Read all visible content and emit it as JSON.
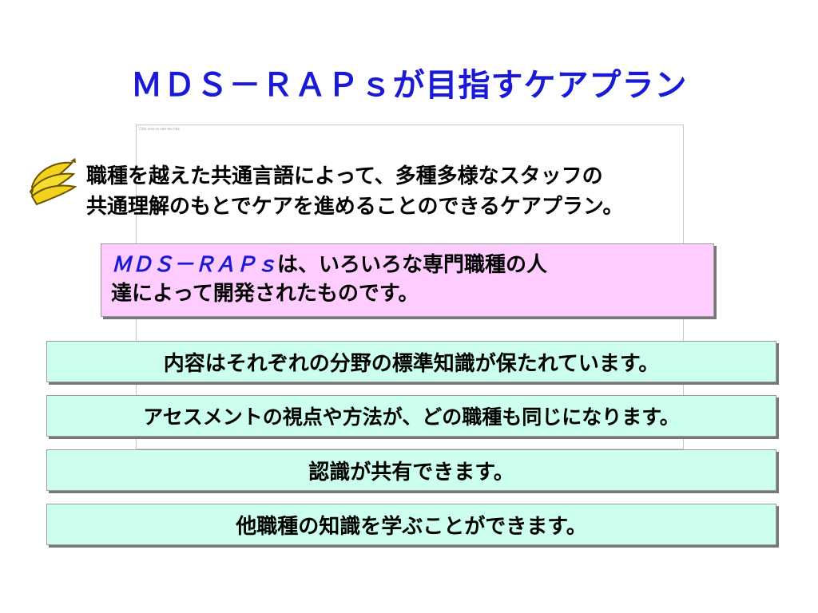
{
  "slide": {
    "title": "ＭＤＳ－ＲＡＰｓが目指すケアプラン",
    "embedded_note": "Click here to edit the title",
    "intro_line1": "職種を越えた共通言語によって、多種多様なスタッフの",
    "intro_line2": "共通理解のもとでケアを進めることのできるケアプラン。",
    "highlight": {
      "emphasis": "ＭＤＳ－ＲＡＰｓ",
      "line1_rest": "は、いろいろな専門職種の人",
      "line2": "達によって開発されたものです。"
    },
    "points": [
      "内容はそれぞれの分野の標準知識が保たれています。",
      "アセスメントの視点や方法が、どの職種も同じになります。",
      "認識が共有できます。",
      "他職種の知識を学ぶことができます。"
    ]
  },
  "icons": {
    "bullet": "banana-icon"
  },
  "colors": {
    "title": "#1a1ad6",
    "highlight_bg": "#ffccff",
    "point_bg": "#ccffee",
    "banana": "#f2d21b"
  }
}
